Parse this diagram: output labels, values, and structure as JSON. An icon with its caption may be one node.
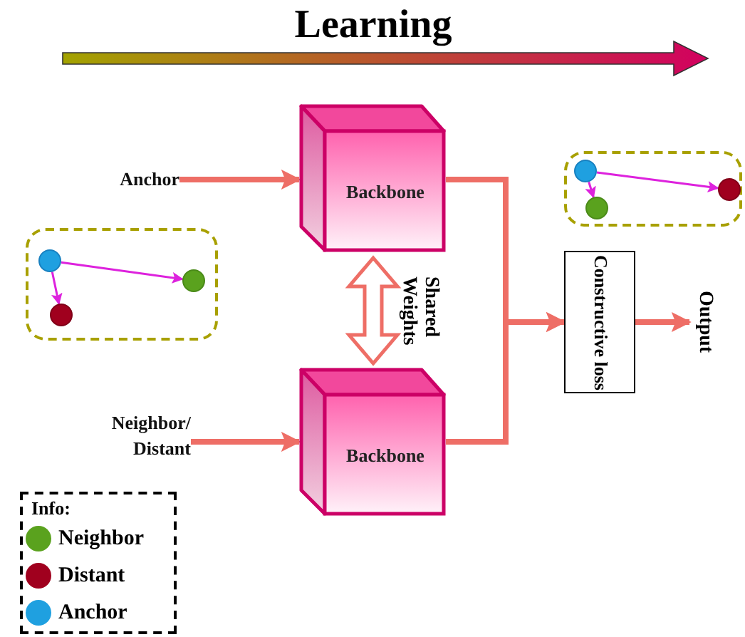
{
  "diagram": {
    "title": "Learning",
    "nodes": [
      {
        "text": [
          "Anchor"
        ]
      },
      {
        "text": [
          "Backbone"
        ]
      },
      {
        "text": [
          "Neighbor/ Distant"
        ]
      },
      {
        "text": [
          "Backbone"
        ]
      },
      {
        "text": [
          "Constructive loss"
        ]
      },
      {
        "text": [
          "Output"
        ]
      },
      {
        "text": [],
        "shape": "box"
      },
      {
        "text": [],
        "shape": "circle",
        "in": 6
      },
      {
        "text": [],
        "shape": "circle",
        "in": 6
      },
      {
        "text": [],
        "shape": "circle",
        "in": 6
      },
      {
        "text": [],
        "shape": "box"
      },
      {
        "text": [],
        "shape": "circle",
        "in": 10
      },
      {
        "text": [],
        "shape": "circle",
        "in": 10
      },
      {
        "text": [],
        "shape": "circle",
        "in": 10
      }
    ],
    "edges": [
      {
        "from": 0,
        "to": 1,
        "arrow": "to"
      },
      {
        "from": 2,
        "to": 3,
        "arrow": "to"
      },
      {
        "from": 1,
        "to": 4,
        "arrow": "to"
      },
      {
        "from": 3,
        "to": 4,
        "arrow": "to"
      },
      {
        "from": 4,
        "to": 5,
        "arrow": "to"
      },
      {
        "from": 1,
        "to": 3,
        "arrow": "both",
        "style": "thick",
        "label": "Shared Weights"
      },
      {
        "from": 7,
        "to": 8,
        "arrow": "to",
        "color": "#dd22dd"
      },
      {
        "from": 7,
        "to": 9,
        "arrow": "to",
        "color": "#dd22dd"
      },
      {
        "from": 11,
        "to": 12,
        "arrow": "to",
        "color": "#dd22dd"
      },
      {
        "from": 11,
        "to": 13,
        "arrow": "to",
        "color": "#dd22dd"
      }
    ],
    "labels": [
      "Info:"
    ],
    "legend": [
      {
        "text": "Neighbor",
        "color": "#5aa21e"
      },
      {
        "text": "Distant",
        "color": "#a0001e"
      },
      {
        "text": "Anchor",
        "color": "#1fa0e0"
      }
    ]
  }
}
